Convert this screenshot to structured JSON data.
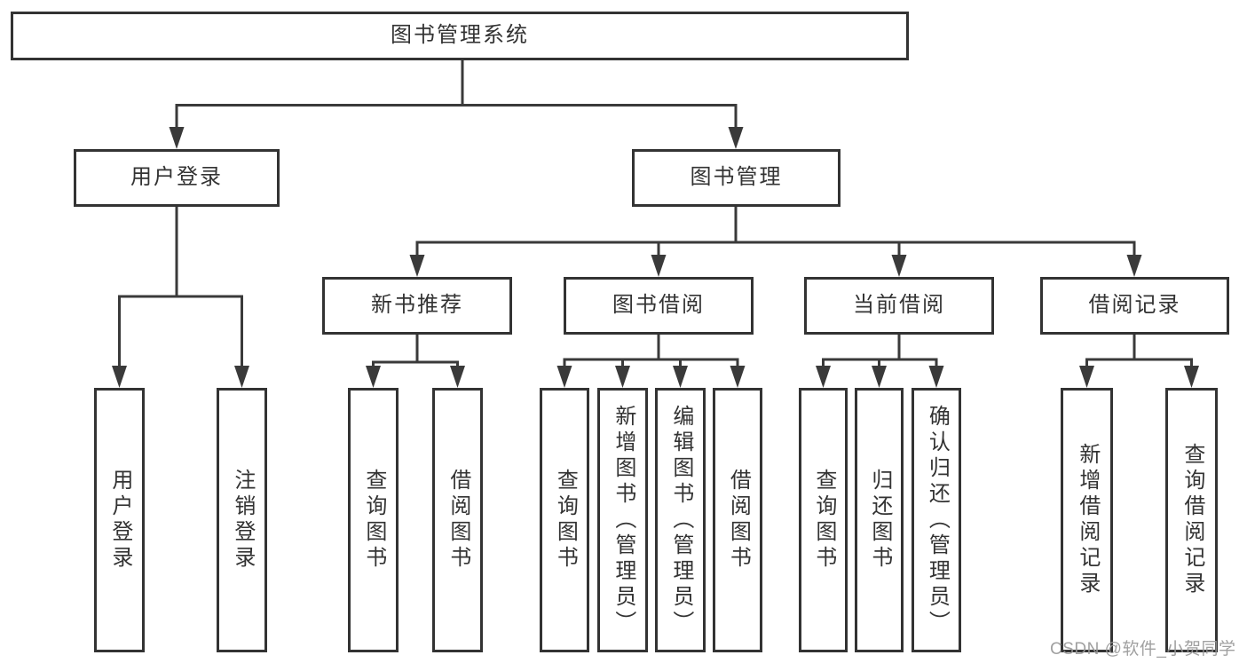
{
  "diagram": {
    "tree": {
      "label": "图书管理系统",
      "children": [
        {
          "label": "用户登录",
          "children": [
            {
              "label": "用户登录"
            },
            {
              "label": "注销登录"
            }
          ]
        },
        {
          "label": "图书管理",
          "children": [
            {
              "label": "新书推荐",
              "children": [
                {
                  "label": "查询图书"
                },
                {
                  "label": "借阅图书"
                }
              ]
            },
            {
              "label": "图书借阅",
              "children": [
                {
                  "label": "查询图书"
                },
                {
                  "label": "新增图书（管理员）"
                },
                {
                  "label": "编辑图书（管理员）"
                },
                {
                  "label": "借阅图书"
                }
              ]
            },
            {
              "label": "当前借阅",
              "children": [
                {
                  "label": "查询图书"
                },
                {
                  "label": "归还图书"
                },
                {
                  "label": "确认归还（管理员）"
                }
              ]
            },
            {
              "label": "借阅记录",
              "children": [
                {
                  "label": "新增借阅记录"
                },
                {
                  "label": "查询借阅记录"
                }
              ]
            }
          ]
        }
      ]
    },
    "colors": {
      "line": "#3a3a3a",
      "box_border": "#333333",
      "text": "#333333",
      "watermark": "#989898",
      "background": "#ffffff"
    }
  },
  "watermark": {
    "text": "CSDN @软件_小贺同学"
  }
}
